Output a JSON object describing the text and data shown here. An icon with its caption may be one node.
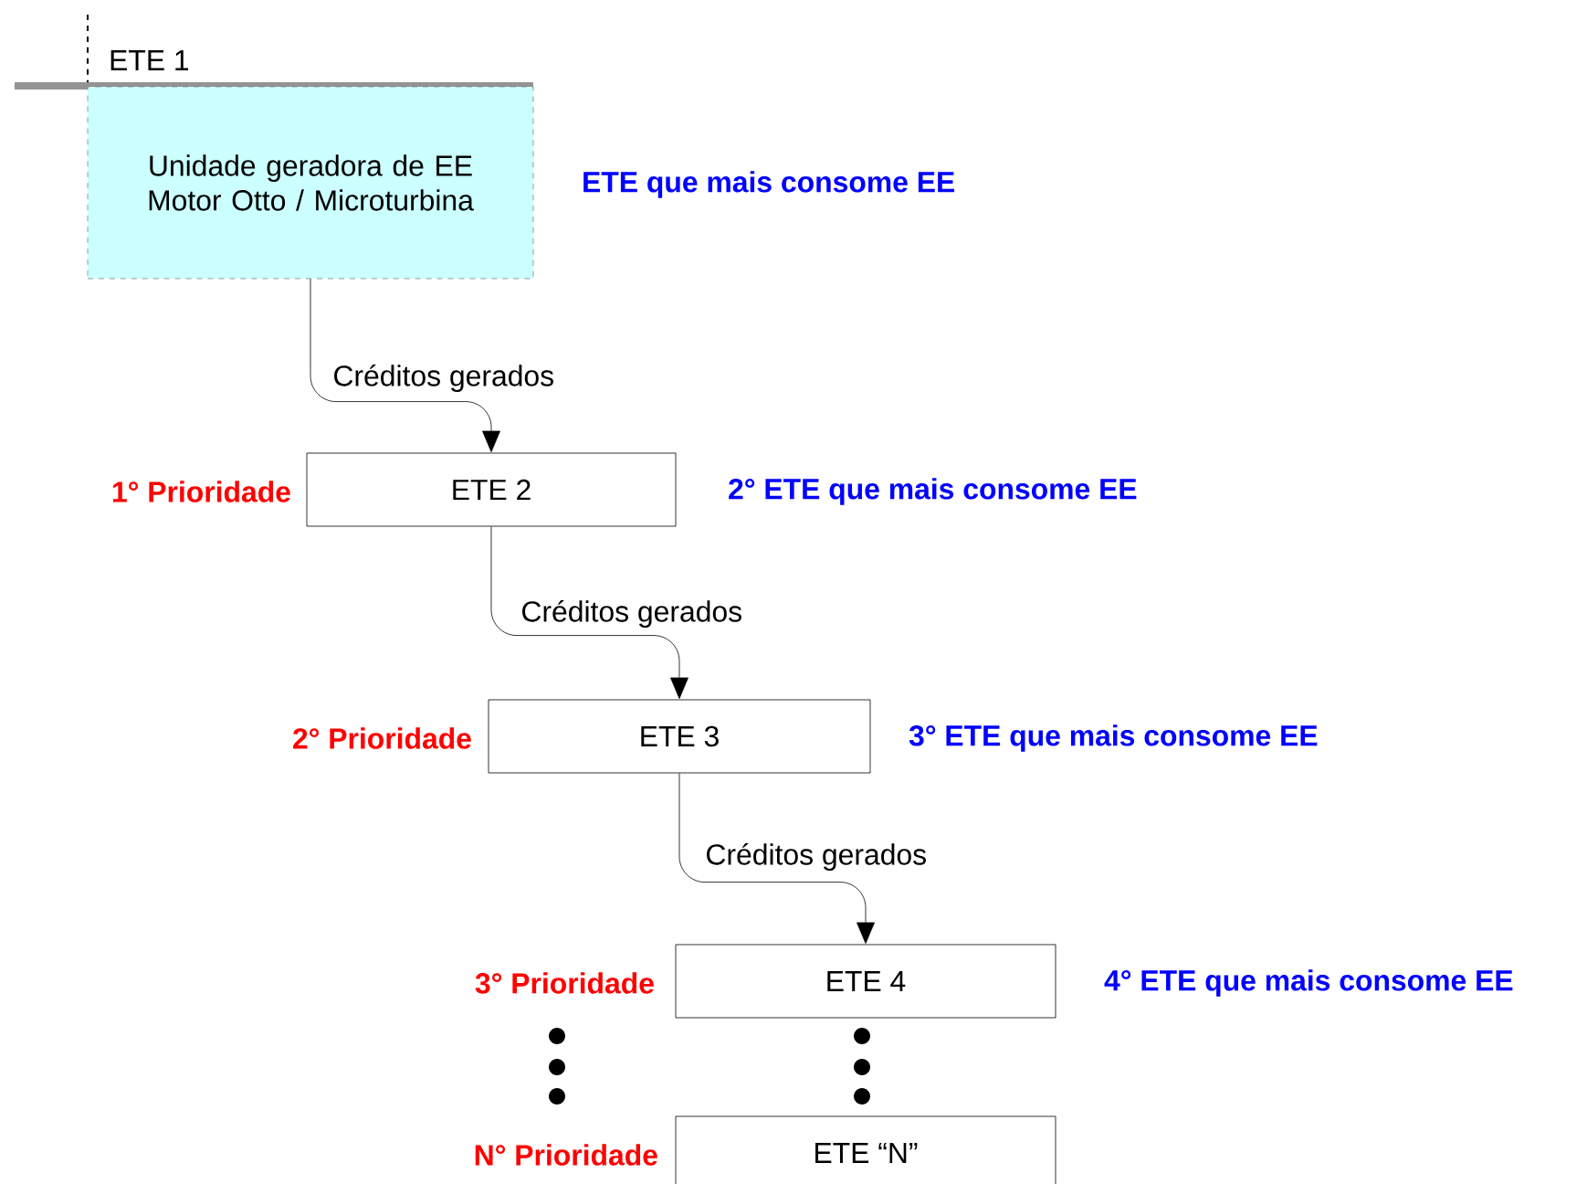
{
  "diagram": {
    "nodes": [
      {
        "text": [
          "ETE 1",
          "Unidade geradora de EE Motor Otto / Microturbina"
        ],
        "beside": [
          "ETE que mais consome EE"
        ]
      },
      {
        "text": [
          "ETE 2"
        ],
        "beside": [
          "1° Prioridade",
          "2° ETE que mais consome EE"
        ]
      },
      {
        "text": [
          "ETE 3"
        ],
        "beside": [
          "2° Prioridade",
          "3° ETE que mais consome EE"
        ]
      },
      {
        "text": [
          "ETE 4"
        ],
        "beside": [
          "3° Prioridade",
          "4° ETE que mais consome EE"
        ]
      },
      {
        "text": [
          "ETE “N”"
        ],
        "beside": [
          "N° Prioridade"
        ]
      }
    ],
    "edges": [
      {
        "from": 0,
        "to": 1,
        "arrow": "to",
        "label": "Créditos gerados"
      },
      {
        "from": 1,
        "to": 2,
        "arrow": "to",
        "label": "Créditos gerados"
      },
      {
        "from": 2,
        "to": 3,
        "arrow": "to",
        "label": "Créditos gerados"
      }
    ]
  }
}
